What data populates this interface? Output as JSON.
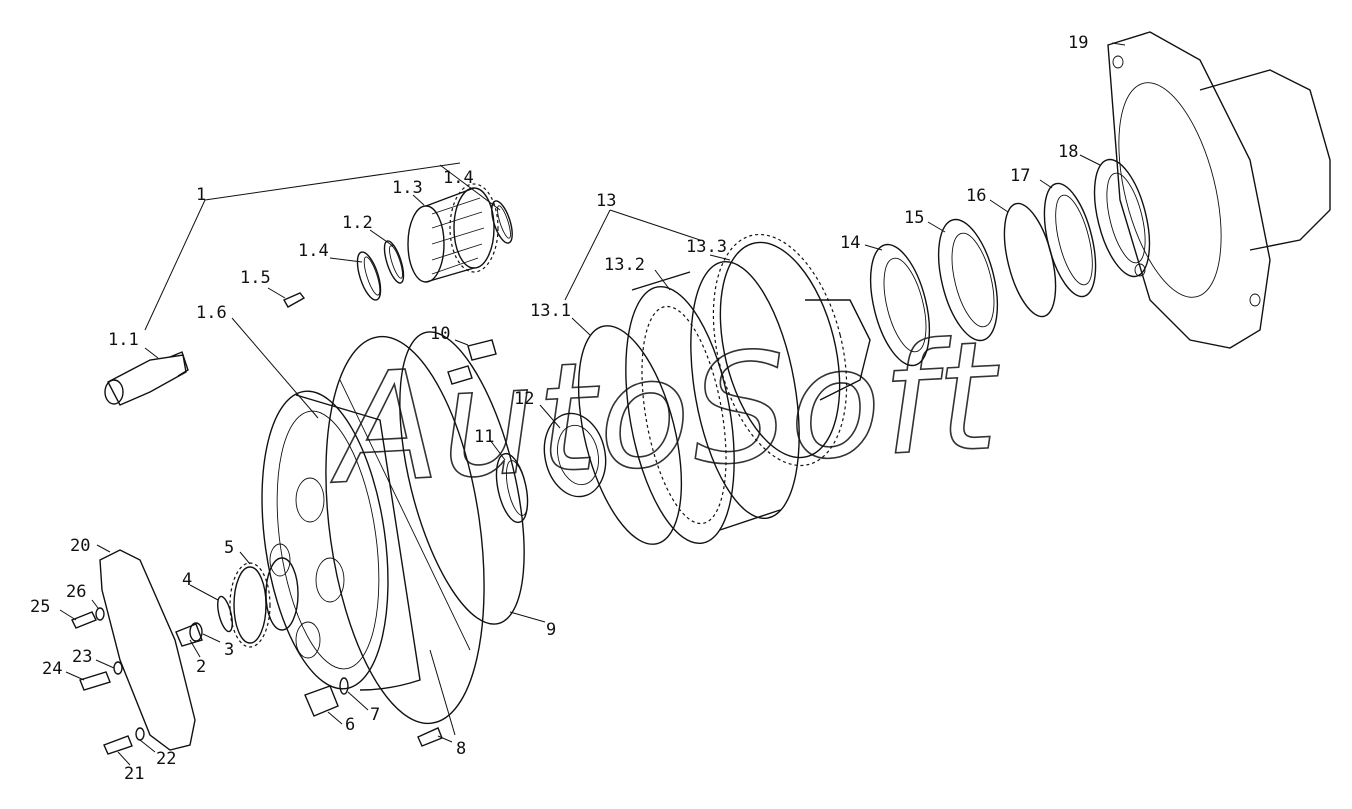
{
  "watermark": "AutoSoft",
  "labels": {
    "p1": "1",
    "p1_1": "1.1",
    "p1_2": "1.2",
    "p1_3": "1.3",
    "p1_4a": "1.4",
    "p1_4b": "1.4",
    "p1_5": "1.5",
    "p1_6": "1.6",
    "p2": "2",
    "p3": "3",
    "p4": "4",
    "p5": "5",
    "p6": "6",
    "p7": "7",
    "p8": "8",
    "p9": "9",
    "p10": "10",
    "p11": "11",
    "p12": "12",
    "p13": "13",
    "p13_1": "13.1",
    "p13_2": "13.2",
    "p13_3": "13.3",
    "p14": "14",
    "p15": "15",
    "p16": "16",
    "p17": "17",
    "p18": "18",
    "p19": "19",
    "p20": "20",
    "p21": "21",
    "p22": "22",
    "p23": "23",
    "p24": "24",
    "p25": "25",
    "p26": "26"
  }
}
